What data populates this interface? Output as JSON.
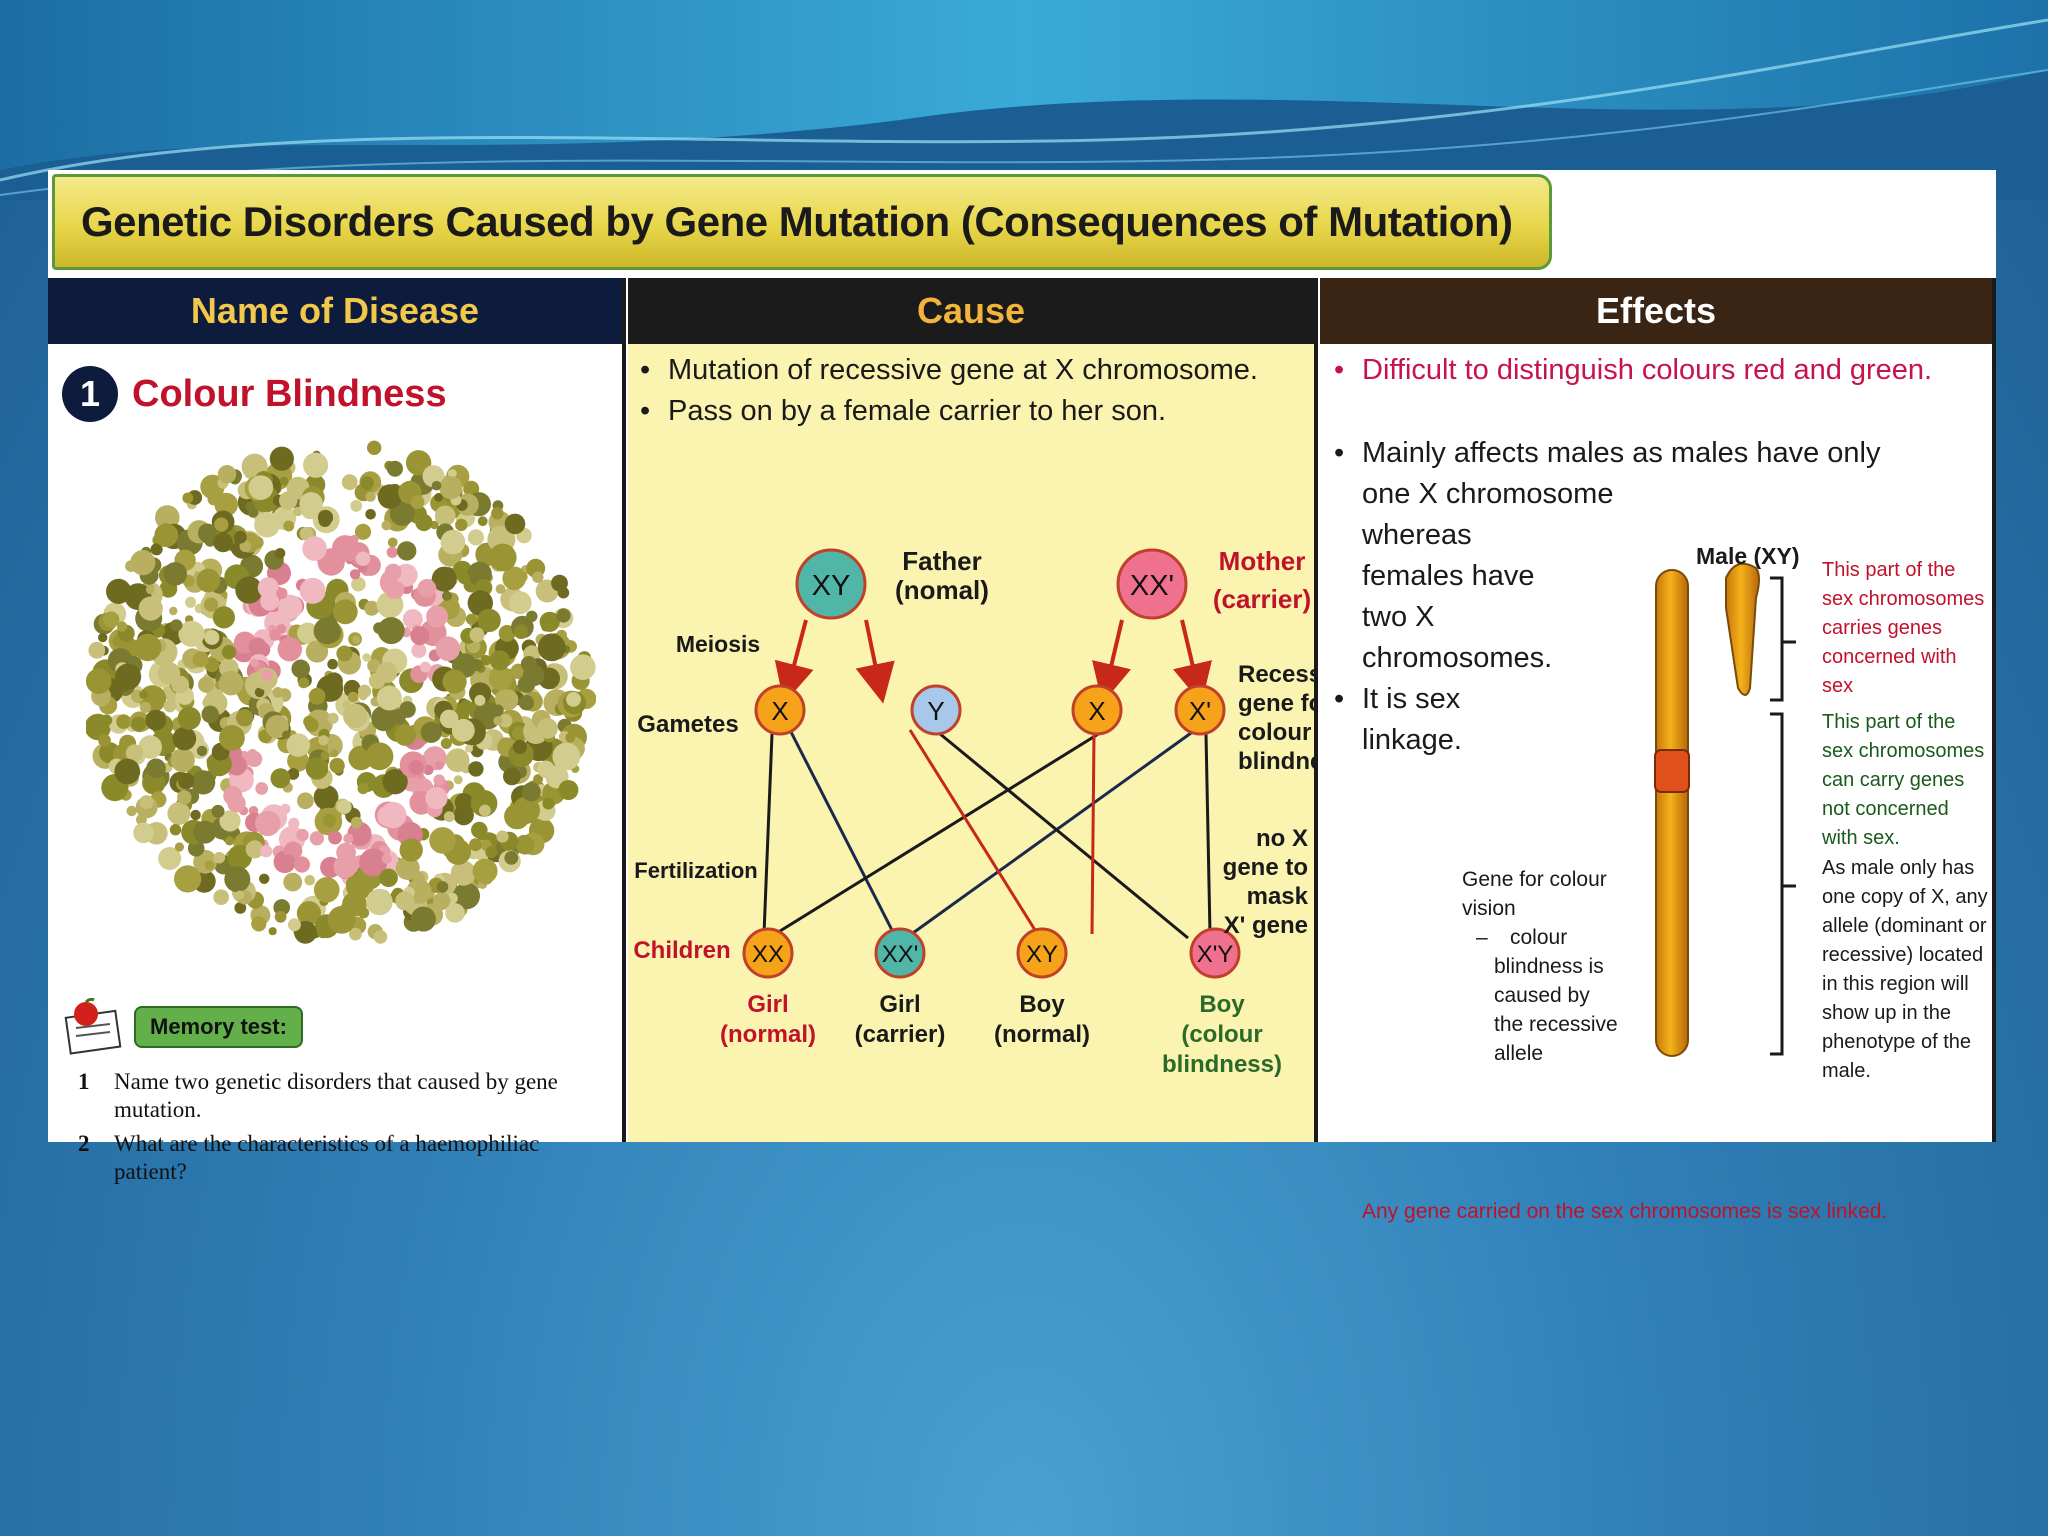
{
  "title": "Genetic Disorders Caused by Gene Mutation (Consequences of Mutation)",
  "headers": {
    "name": "Name of Disease",
    "cause": "Cause",
    "effects": "Effects"
  },
  "disease": {
    "number": "1",
    "name": "Colour Blindness"
  },
  "memory": {
    "label": "Memory test:",
    "questions": [
      {
        "n": "1",
        "text": "Name two genetic disorders that caused by gene mutation."
      },
      {
        "n": "2",
        "text": "What are the characteristics of a haemophiliac patient?"
      }
    ]
  },
  "cause": {
    "bullets": [
      "Mutation of recessive gene at X chromosome.",
      "Pass on by a female carrier to her son."
    ],
    "father": {
      "genotype": "XY",
      "label1": "Father",
      "label2": "(nomal)"
    },
    "mother": {
      "genotype": "XX'",
      "label1": "Mother",
      "label2": "(carrier)"
    },
    "meiosis": "Meiosis",
    "gametes_label": "Gametes",
    "gametes": [
      "X",
      "Y",
      "X",
      "X'"
    ],
    "recessive": [
      "Recessive",
      "gene for",
      "colour",
      "blindness"
    ],
    "fertilization": "Fertilization",
    "children_label": "Children",
    "children": [
      {
        "genotype": "XX",
        "l1": "Girl",
        "l2": "(normal)"
      },
      {
        "genotype": "XX'",
        "l1": "Girl",
        "l2": "(carrier)"
      },
      {
        "genotype": "XY",
        "l1": "Boy",
        "l2": "(normal)"
      },
      {
        "genotype": "X'Y",
        "l1": "Boy",
        "l2": "(colour",
        "l3": "blindness)"
      }
    ],
    "nox": [
      "no X",
      "gene to",
      "mask",
      "X' gene"
    ]
  },
  "effects": {
    "b1": "Difficult to distinguish colours red and green.",
    "b2_lines": [
      "Mainly affects males as males have only",
      "one X chromosome",
      "whereas",
      "females have",
      "two X",
      "chromosomes."
    ],
    "b3_lines": [
      "It is sex",
      "linkage."
    ],
    "male_label": "Male (XY)",
    "part1": [
      "This part of the",
      "sex chromosomes",
      "carries genes",
      "concerned with",
      "sex"
    ],
    "part2": [
      "This part of the",
      "sex chromosomes",
      "can carry genes",
      "not concerned",
      "with sex."
    ],
    "part3": [
      "As male only has",
      "one copy of X, any",
      "allele (dominant or",
      "recessive) located",
      "in this region will",
      "show up in the",
      "phenotype of the",
      "male."
    ],
    "gene_note": [
      "Gene for colour",
      "vision",
      "–",
      "colour",
      "blindness is",
      "caused by",
      "the recessive",
      "allele"
    ],
    "footer": "Any gene carried on the sex chromosomes is sex linked."
  },
  "colors": {
    "accent_red": "#c0122a",
    "navy": "#0d1b3d",
    "cause_bg": "#fbf3b0",
    "gamete": "#f6a21a"
  }
}
